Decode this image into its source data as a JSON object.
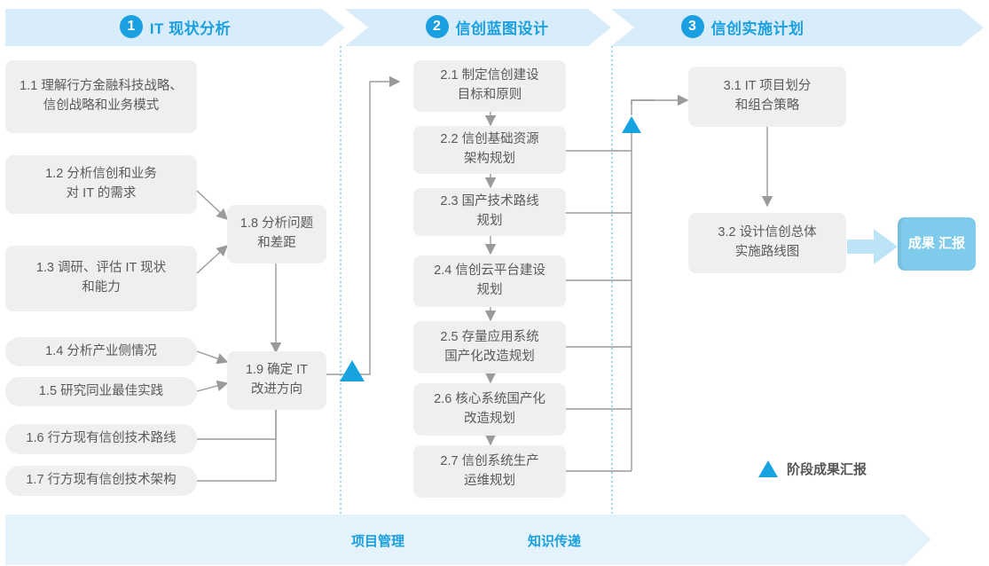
{
  "colors": {
    "phase_band": "#d9ecfa",
    "accent_blue": "#1a9fe0",
    "node_grey": "#efefef",
    "node_text": "#5a5a5a",
    "result_box": "#7fcbeb",
    "bottom_band": "#e4f3fb",
    "connector": "#9a9a9a",
    "divider_dotted": "#5bc0e8"
  },
  "phases": [
    {
      "num": "1",
      "label": "IT 现状分析"
    },
    {
      "num": "2",
      "label": "信创蓝图设计"
    },
    {
      "num": "3",
      "label": "信创实施计划"
    }
  ],
  "phase1_inputs": [
    {
      "id": "1.1",
      "lines": [
        "1.1 理解行方金融科技战略、",
        "信创战略和业务模式"
      ]
    },
    {
      "id": "1.2",
      "lines": [
        "1.2 分析信创和业务",
        "对 IT 的需求"
      ]
    },
    {
      "id": "1.3",
      "lines": [
        "1.3 调研、评估 IT 现状",
        "和能力"
      ]
    },
    {
      "id": "1.4",
      "lines": [
        "1.4 分析产业侧情况"
      ]
    },
    {
      "id": "1.5",
      "lines": [
        "1.5 研究同业最佳实践"
      ]
    },
    {
      "id": "1.6",
      "lines": [
        "1.6 行方现有信创技术路线"
      ]
    },
    {
      "id": "1.7",
      "lines": [
        "1.7 行方现有信创技术架构"
      ]
    }
  ],
  "phase1_outputs": [
    {
      "id": "1.8",
      "lines": [
        "1.8 分析问题",
        "和差距"
      ]
    },
    {
      "id": "1.9",
      "lines": [
        "1.9 确定 IT",
        "改进方向"
      ]
    }
  ],
  "phase2_steps": [
    {
      "id": "2.1",
      "lines": [
        "2.1 制定信创建设",
        "目标和原则"
      ]
    },
    {
      "id": "2.2",
      "lines": [
        "2.2 信创基础资源",
        "架构规划"
      ]
    },
    {
      "id": "2.3",
      "lines": [
        "2.3 国产技术路线",
        "规划"
      ]
    },
    {
      "id": "2.4",
      "lines": [
        "2.4 信创云平台建设",
        "规划"
      ]
    },
    {
      "id": "2.5",
      "lines": [
        "2.5 存量应用系统",
        "国产化改造规划"
      ]
    },
    {
      "id": "2.6",
      "lines": [
        "2.6 核心系统国产化",
        "改造规划"
      ]
    },
    {
      "id": "2.7",
      "lines": [
        "2.7 信创系统生产",
        "运维规划"
      ]
    }
  ],
  "phase3_steps": [
    {
      "id": "3.1",
      "lines": [
        "3.1 IT 项目划分",
        "和组合策略"
      ]
    },
    {
      "id": "3.2",
      "lines": [
        "3.2 设计信创总体",
        "实施路线图"
      ]
    }
  ],
  "result": {
    "lines": [
      "成果",
      "汇报"
    ]
  },
  "legend": {
    "marker": "triangle-up",
    "label": "阶段成果汇报"
  },
  "bottom_bar": {
    "labels": [
      "项目管理",
      "知识传递"
    ]
  }
}
